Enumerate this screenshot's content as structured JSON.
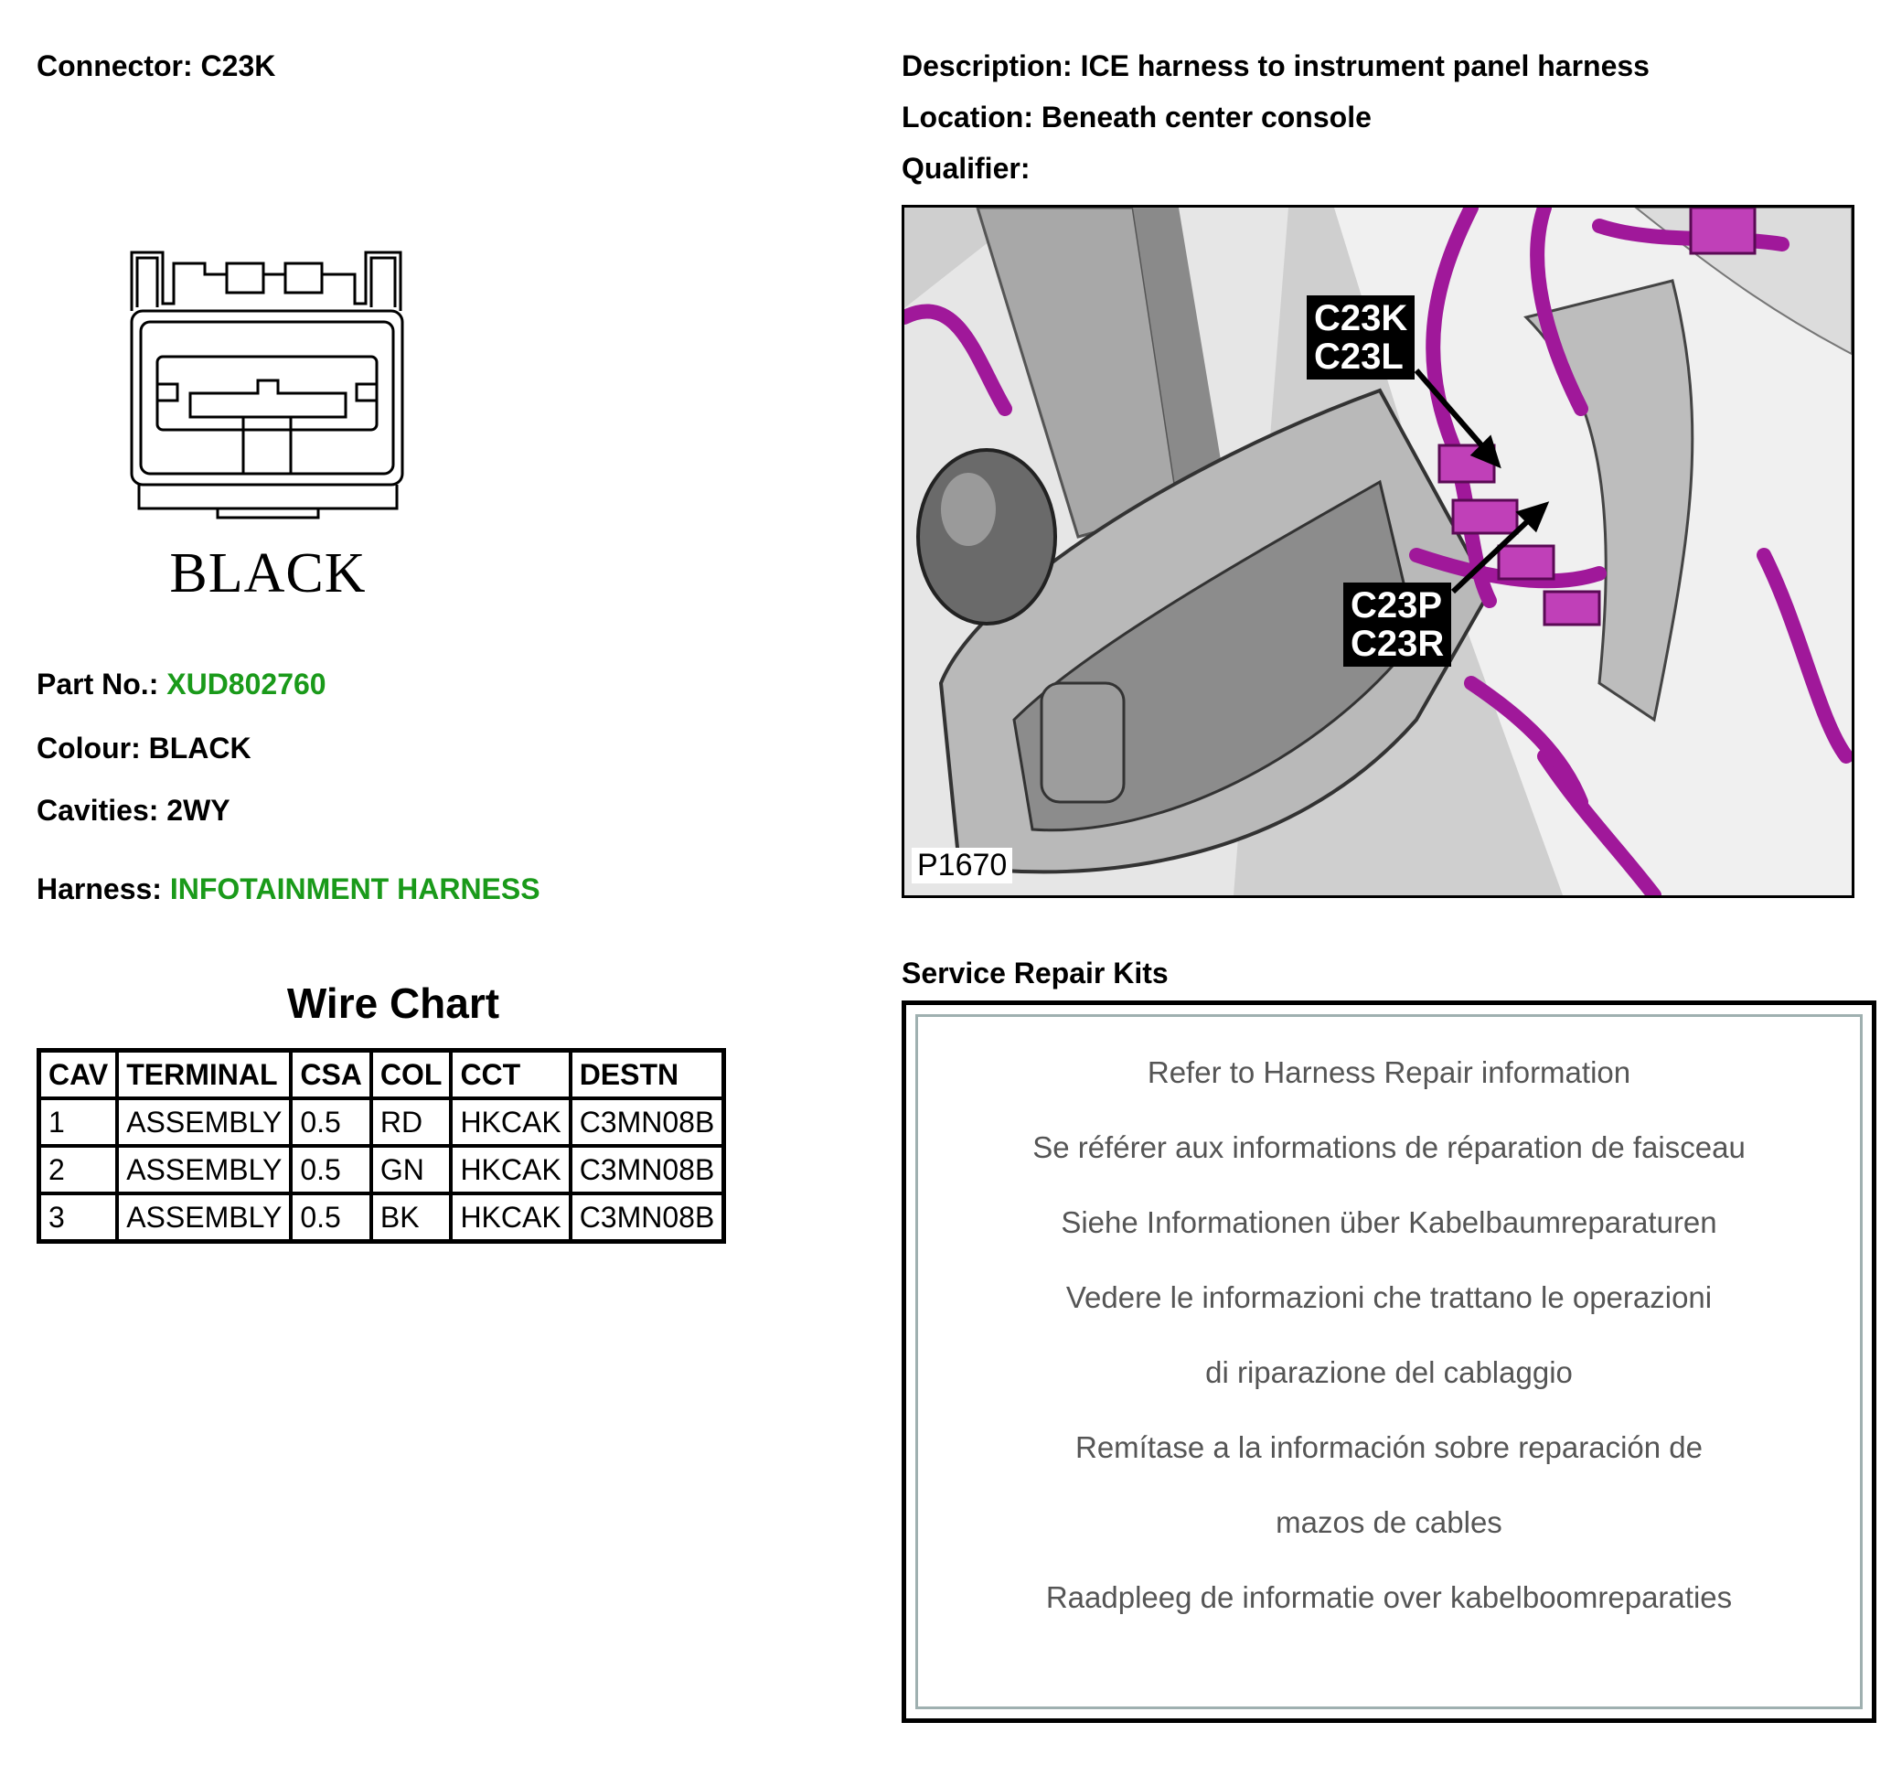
{
  "connector": {
    "label": "Connector:",
    "value": "C23K"
  },
  "description": {
    "label": "Description:",
    "value": "ICE harness to instrument panel harness"
  },
  "location": {
    "label": "Location:",
    "value": "Beneath center console"
  },
  "qualifier": {
    "label": "Qualifier:",
    "value": ""
  },
  "pinout": {
    "colour_label": "BLACK"
  },
  "part": {
    "label": "Part No.:",
    "value": "XUD802760"
  },
  "colour": {
    "label": "Colour:",
    "value": "BLACK"
  },
  "cavities": {
    "label": "Cavities:",
    "value": "2WY"
  },
  "harness": {
    "label": "Harness:",
    "value": "INFOTAINMENT HARNESS"
  },
  "wire_chart": {
    "title": "Wire Chart",
    "headers": [
      "CAV",
      "TERMINAL",
      "CSA",
      "COL",
      "CCT",
      "DESTN"
    ],
    "rows": [
      [
        "1",
        "ASSEMBLY",
        "0.5",
        "RD",
        "HKCAK",
        "C3MN08B"
      ],
      [
        "2",
        "ASSEMBLY",
        "0.5",
        "GN",
        "HKCAK",
        "C3MN08B"
      ],
      [
        "3",
        "ASSEMBLY",
        "0.5",
        "BK",
        "HKCAK",
        "C3MN08B"
      ]
    ]
  },
  "photo": {
    "callout_top": [
      "C23K",
      "C23L"
    ],
    "callout_bottom": [
      "C23P",
      "C23R"
    ],
    "ref": "P1670"
  },
  "service_repair": {
    "title": "Service Repair Kits",
    "lines": [
      "Refer to Harness Repair information",
      "Se référer aux informations de réparation de faisceau",
      "Siehe Informationen über Kabelbaumreparaturen",
      "Vedere le informazioni che trattano le operazioni",
      "di riparazione del cablaggio",
      "Remítase a la información sobre reparación de",
      "mazos de cables",
      "Raadpleeg de informatie over kabelboomreparaties"
    ]
  },
  "colors": {
    "link_green": "#1a9a1a",
    "harness_purple": "#a0189a"
  }
}
